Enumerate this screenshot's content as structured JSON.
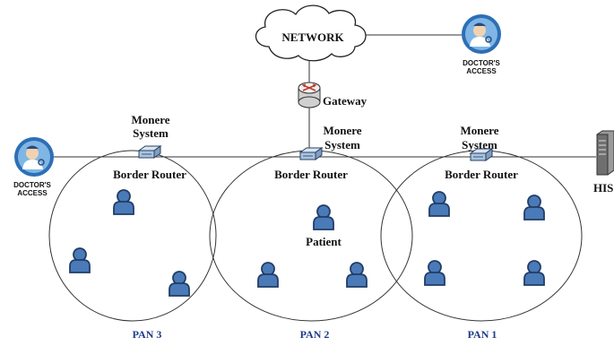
{
  "network": {
    "label": "NETWORK"
  },
  "gateway": {
    "label": "Gateway"
  },
  "doctor_access_top": {
    "line1": "DOCTOR'S",
    "line2": "ACCESS"
  },
  "doctor_access_left": {
    "line1": "DOCTOR'S",
    "line2": "ACCESS"
  },
  "pan3": {
    "system_line1": "Monere",
    "system_line2": "System",
    "router": "Border Router",
    "label": "PAN 3"
  },
  "pan2": {
    "system_line1": "Monere",
    "system_line2": "System",
    "router": "Border Router",
    "label": "PAN 2",
    "patient": "Patient"
  },
  "pan1": {
    "system_line1": "Monere",
    "system_line2": "System",
    "router": "Border Router",
    "label": "PAN 1"
  },
  "his": {
    "label": "HIS"
  },
  "colors": {
    "pan_label": "#1f3a8a",
    "patient_fill": "#4a7ab8",
    "patient_stroke": "#203d66",
    "doctor_circle": "#2d6fb5",
    "router_fill": "#a9c4e2",
    "line": "#333333"
  },
  "icons": {
    "cloud": "cloud-icon",
    "gateway": "router-icon",
    "doctor": "doctor-icon",
    "border_router": "network-switch-icon",
    "patient": "person-icon",
    "his": "server-icon"
  }
}
